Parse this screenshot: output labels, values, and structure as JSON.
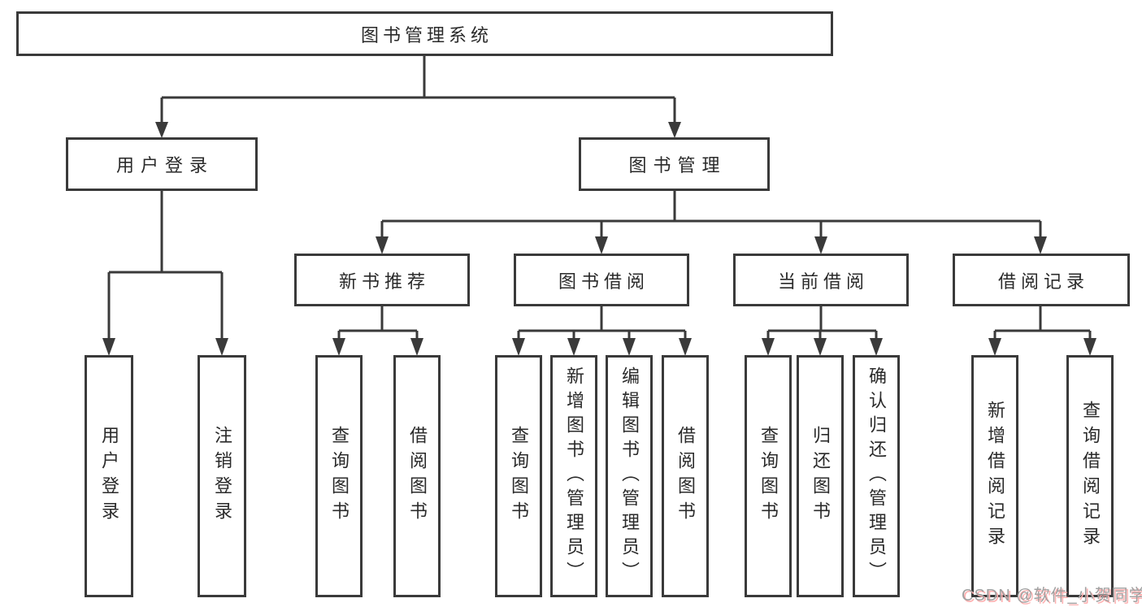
{
  "colors": {
    "line": "#3a3a3a",
    "box_border": "#3a3a3a",
    "box_background": "#ffffff",
    "text": "#2a2a2a",
    "watermark_text": "#a0a0a0",
    "watermark_shadow": "#ffb0b0"
  },
  "root": {
    "label": "图书管理系统"
  },
  "branches": [
    {
      "label": "用户登录",
      "children": [
        {
          "label": "用户登录"
        },
        {
          "label": "注销登录"
        }
      ]
    },
    {
      "label": "图书管理",
      "sections": [
        {
          "label": "新书推荐",
          "children": [
            {
              "label": "查询图书"
            },
            {
              "label": "借阅图书"
            }
          ]
        },
        {
          "label": "图书借阅",
          "children": [
            {
              "label": "查询图书"
            },
            {
              "label": "新增图书（管理员）"
            },
            {
              "label": "编辑图书（管理员）"
            },
            {
              "label": "借阅图书"
            }
          ]
        },
        {
          "label": "当前借阅",
          "children": [
            {
              "label": "查询图书"
            },
            {
              "label": "归还图书"
            },
            {
              "label": "确认归还（管理员）"
            }
          ]
        },
        {
          "label": "借阅记录",
          "children": [
            {
              "label": "新增借阅记录"
            },
            {
              "label": "查询借阅记录"
            }
          ]
        }
      ]
    }
  ],
  "watermark": {
    "text": "CSDN @软件_小贺同学"
  }
}
